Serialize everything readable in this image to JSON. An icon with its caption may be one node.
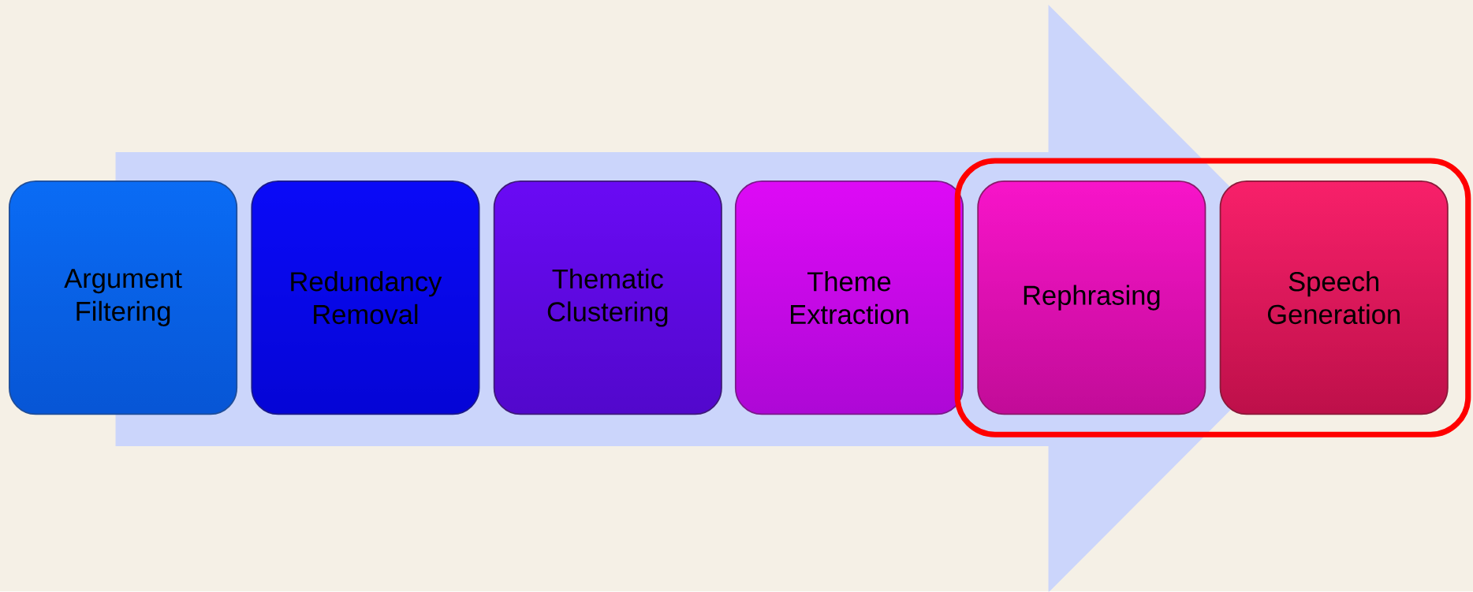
{
  "diagram": {
    "nodes": [
      {
        "text": [
          "Argument Filtering"
        ]
      },
      {
        "text": [
          "Redundancy Removal"
        ]
      },
      {
        "text": [
          "Thematic Clustering"
        ]
      },
      {
        "text": [
          "Theme Extraction"
        ]
      },
      {
        "text": [],
        "shape": "box"
      },
      {
        "text": [
          "Rephrasing"
        ],
        "in": 4
      },
      {
        "text": [
          "Speech Generation"
        ],
        "in": 4
      }
    ],
    "edges": [
      {
        "from": 0,
        "to": 6,
        "arrow": "to"
      }
    ]
  }
}
